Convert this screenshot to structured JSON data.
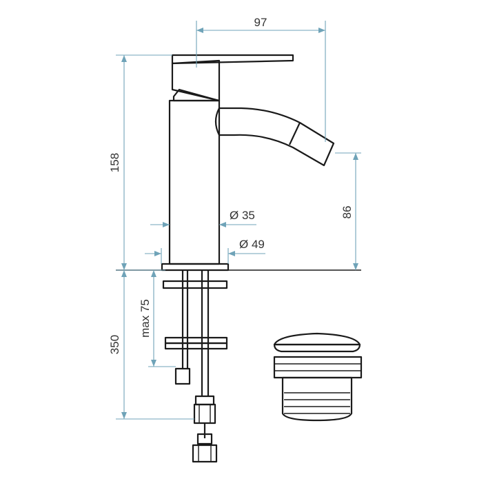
{
  "dimensions": {
    "lever_reach": "97",
    "total_height": "158",
    "spout_height": "86",
    "body_diameter": "Ø 35",
    "base_diameter": "Ø 49",
    "hose_length": "350",
    "max_deck_thickness": "max 75"
  },
  "colors": {
    "outline": "#1a1a1a",
    "dimension_line": "#6fa3b8",
    "text": "#333333"
  }
}
